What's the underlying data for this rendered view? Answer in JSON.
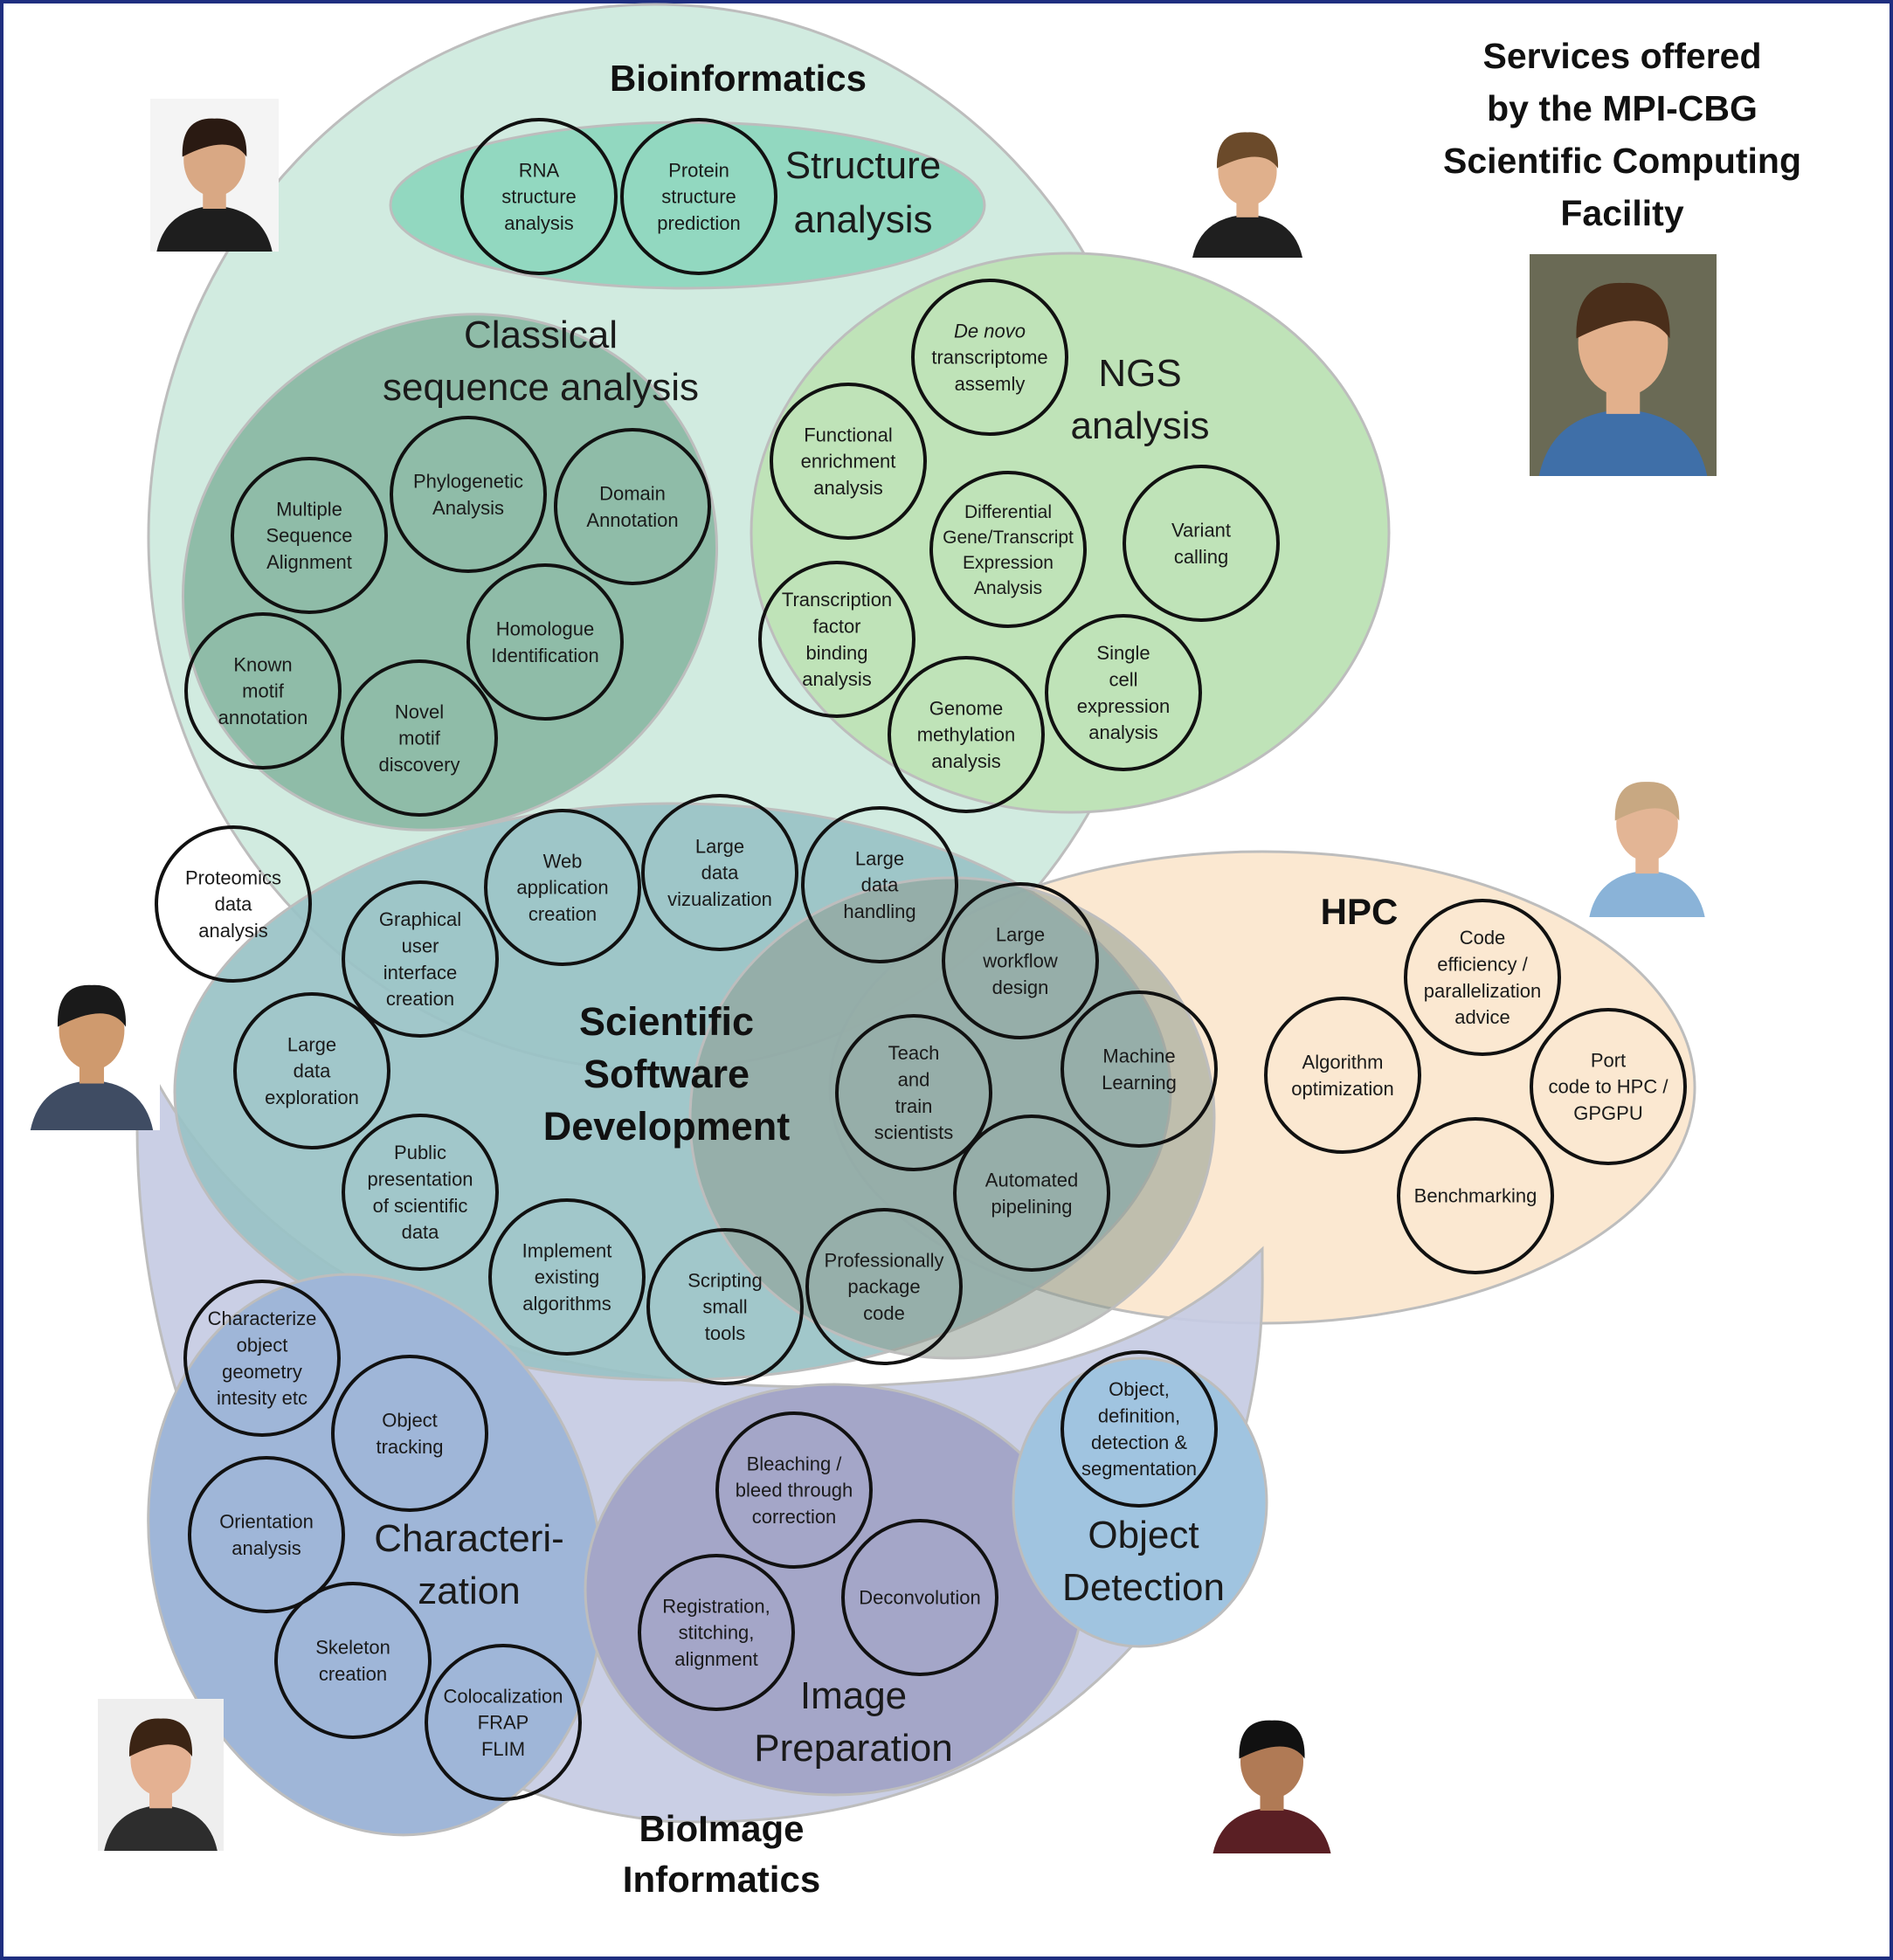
{
  "title": {
    "lines": [
      "Services offered",
      "by the MPI-CBG",
      "Scientific Computing",
      "Facility"
    ]
  },
  "domains": {
    "bioinformatics": {
      "lines": [
        "Bioinformatics"
      ],
      "color": "#cfeade"
    },
    "hpc": {
      "lines": [
        "HPC"
      ],
      "color": "#f9e0c2"
    },
    "bioimage": {
      "lines": [
        "BioImage",
        "Informatics"
      ],
      "color": "#c6cbe3"
    },
    "software": {
      "lines": [
        "Scientific",
        "Software",
        "Development"
      ],
      "color": "#99c2c6"
    }
  },
  "groups": {
    "structure": {
      "lines": [
        "Structure",
        "analysis"
      ],
      "color": "#92d8c0"
    },
    "classical": {
      "lines": [
        "Classical",
        "sequence analysis"
      ],
      "color": "#8fbca8"
    },
    "ngs": {
      "lines": [
        "NGS",
        "analysis"
      ],
      "color": "#bfe3b8"
    },
    "characterization": {
      "lines": [
        "Characteri-",
        "zation"
      ],
      "color": "#9fb6d8"
    },
    "image_prep": {
      "lines": [
        "Image",
        "Preparation"
      ],
      "color": "#a4a6c8"
    },
    "object_detection": {
      "lines": [
        "Object",
        "Detection"
      ],
      "color": "#a0c4e0"
    }
  },
  "services": {
    "rna": {
      "lines": [
        "RNA",
        "structure",
        "analysis"
      ]
    },
    "protein": {
      "lines": [
        "Protein",
        "structure",
        "prediction"
      ]
    },
    "msa": {
      "lines": [
        "Multiple",
        "Sequence",
        "Alignment"
      ]
    },
    "phylo": {
      "lines": [
        "Phylogenetic",
        "Analysis"
      ]
    },
    "domain": {
      "lines": [
        "Domain",
        "Annotation"
      ]
    },
    "homologue": {
      "lines": [
        "Homologue",
        "Identification"
      ]
    },
    "known_motif": {
      "lines": [
        "Known",
        "motif",
        "annotation"
      ]
    },
    "novel_motif": {
      "lines": [
        "Novel",
        "motif",
        "discovery"
      ]
    },
    "denovo": {
      "lines": [
        "De novo",
        "transcriptome",
        "assemly"
      ]
    },
    "functional": {
      "lines": [
        "Functional",
        "enrichment",
        "analysis"
      ]
    },
    "diffexp": {
      "lines": [
        "Differential",
        "Gene/Transcript",
        "Expression",
        "Analysis"
      ]
    },
    "variant": {
      "lines": [
        "Variant",
        "calling"
      ]
    },
    "tfbinding": {
      "lines": [
        "Transcription",
        "factor",
        "binding",
        "analysis"
      ]
    },
    "single_cell": {
      "lines": [
        "Single",
        "cell",
        "expression",
        "analysis"
      ]
    },
    "methylation": {
      "lines": [
        "Genome",
        "methylation",
        "analysis"
      ]
    },
    "proteomics": {
      "lines": [
        "Proteomics",
        "data",
        "analysis"
      ]
    },
    "web_app": {
      "lines": [
        "Web",
        "application",
        "creation"
      ]
    },
    "large_viz": {
      "lines": [
        "Large",
        "data",
        "vizualization"
      ]
    },
    "large_handling": {
      "lines": [
        "Large",
        "data",
        "handling"
      ]
    },
    "gui": {
      "lines": [
        "Graphical",
        "user",
        "interface",
        "creation"
      ]
    },
    "large_exploration": {
      "lines": [
        "Large",
        "data",
        "exploration"
      ]
    },
    "public_presentation": {
      "lines": [
        "Public",
        "presentation",
        "of scientific",
        "data"
      ]
    },
    "implement_algorithms": {
      "lines": [
        "Implement",
        "existing",
        "algorithms"
      ]
    },
    "scripting": {
      "lines": [
        "Scripting",
        "small",
        "tools"
      ]
    },
    "package_code": {
      "lines": [
        "Professionally",
        "package",
        "code"
      ]
    },
    "workflow": {
      "lines": [
        "Large",
        "workflow",
        "design"
      ]
    },
    "teach": {
      "lines": [
        "Teach",
        "and",
        "train",
        "scientists"
      ]
    },
    "ml": {
      "lines": [
        "Machine",
        "Learning"
      ]
    },
    "pipelining": {
      "lines": [
        "Automated",
        "pipelining"
      ]
    },
    "code_efficiency": {
      "lines": [
        "Code",
        "efficiency /",
        "parallelization",
        "advice"
      ]
    },
    "algo_opt": {
      "lines": [
        "Algorithm",
        "optimization"
      ]
    },
    "port_hpc": {
      "lines": [
        "Port",
        "code to HPC /",
        "GPGPU"
      ]
    },
    "benchmarking": {
      "lines": [
        "Benchmarking"
      ]
    },
    "characterize_object": {
      "lines": [
        "Characterize",
        "object",
        "geometry",
        "intesity etc"
      ]
    },
    "object_tracking": {
      "lines": [
        "Object",
        "tracking"
      ]
    },
    "orientation": {
      "lines": [
        "Orientation",
        "analysis"
      ]
    },
    "skeleton": {
      "lines": [
        "Skeleton",
        "creation"
      ]
    },
    "colocalization": {
      "lines": [
        "Colocalization",
        "FRAP",
        "FLIM"
      ]
    },
    "bleaching": {
      "lines": [
        "Bleaching /",
        "bleed through",
        "correction"
      ]
    },
    "deconvolution": {
      "lines": [
        "Deconvolution"
      ]
    },
    "registration": {
      "lines": [
        "Registration,",
        "stitching,",
        "alignment"
      ]
    },
    "object_def": {
      "lines": [
        "Object,",
        "definition,",
        "detection &",
        "segmentation"
      ]
    }
  }
}
